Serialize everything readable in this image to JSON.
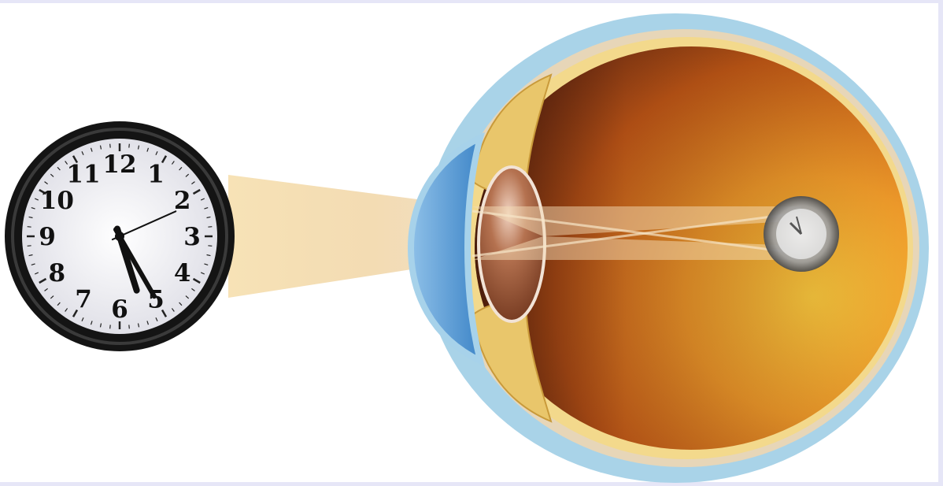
{
  "clock": {
    "numerals": [
      "12",
      "1",
      "2",
      "3",
      "4",
      "5",
      "6",
      "7",
      "8",
      "9",
      "10",
      "11"
    ],
    "time": {
      "hour": 5,
      "minute": 25,
      "second": 11
    }
  },
  "colors": {
    "background": "#ffffff",
    "frame": "#e6e6f7",
    "clock_rim": "#111111",
    "clock_face": "#f4f4f6",
    "clock_numerals": "#111111",
    "light_beam": "#f3d9a0",
    "sclera": "#a8d3e8",
    "eye_interior_dark": "#5a2410",
    "eye_interior_mid": "#e0661b",
    "eye_interior_light": "#f5c23c",
    "retina_layer": "#f0cf7a",
    "lens": "#8a4a2a",
    "cornea": "#5a9fd4",
    "retinal_image": "#9a9a9a"
  },
  "icons": {
    "clock": "wall-clock-icon",
    "retinal_image": "inverted-clock-image-icon"
  }
}
